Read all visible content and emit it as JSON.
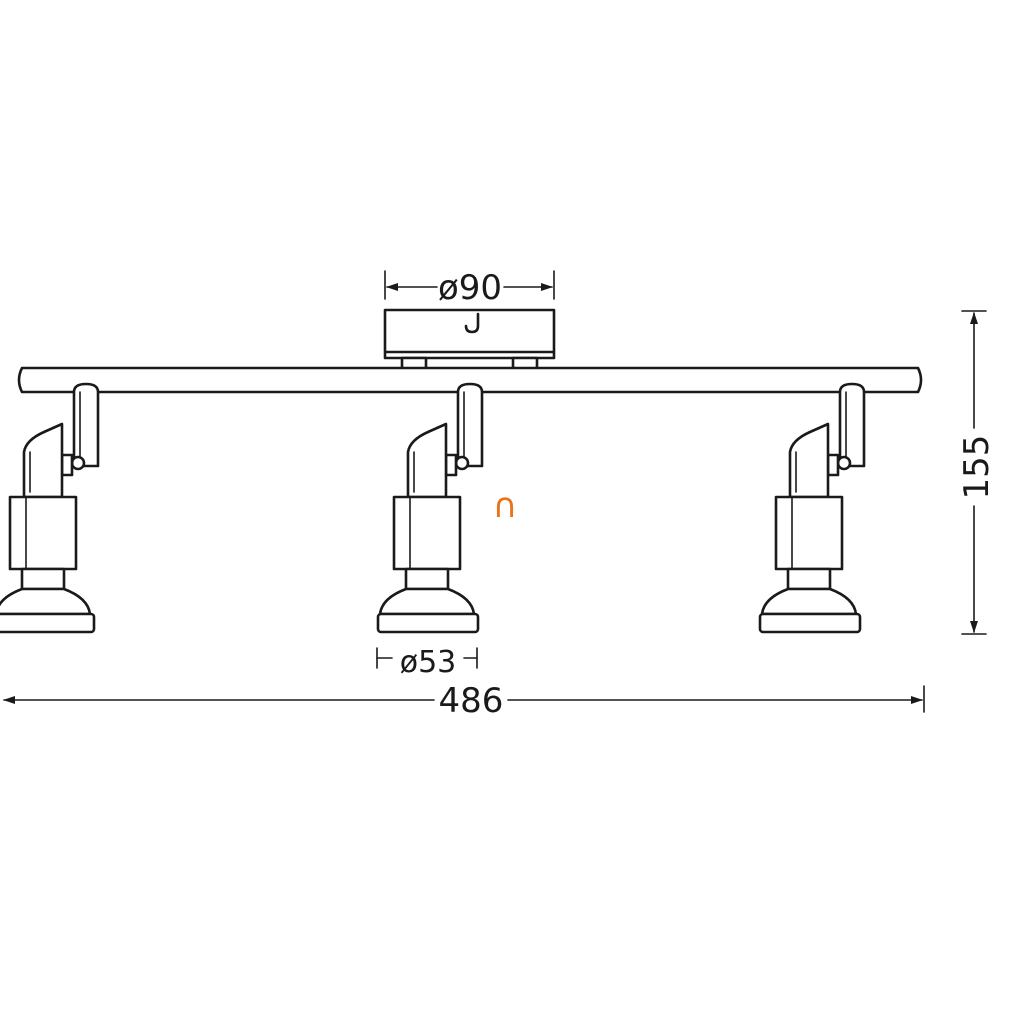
{
  "dimensions": {
    "canopy_diameter": "ø90",
    "height": "155",
    "spot_diameter": "ø53",
    "total_length": "486"
  },
  "symbol": "∩",
  "spot_count": 3,
  "colors": {
    "line": "#1a1a1a",
    "symbol": "#e8731c",
    "background": "#ffffff"
  }
}
